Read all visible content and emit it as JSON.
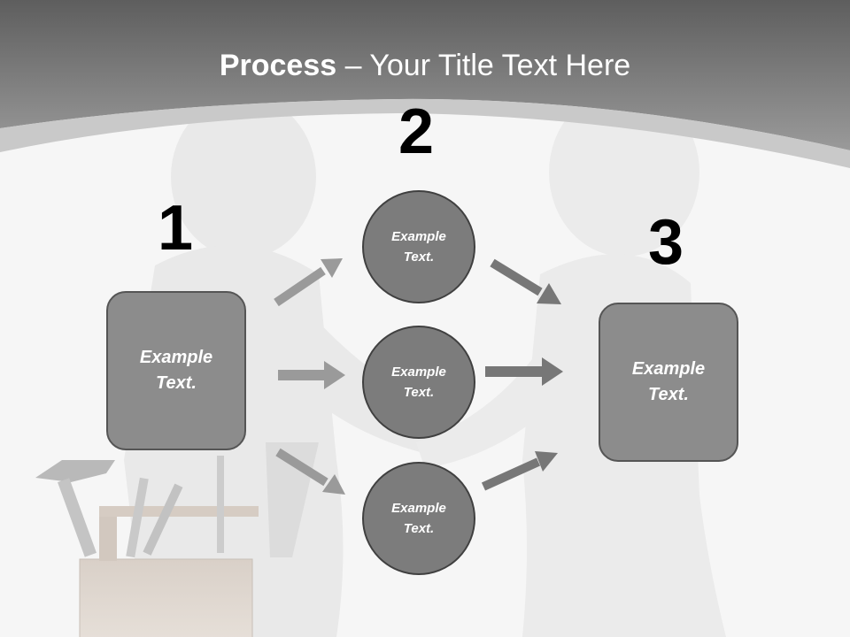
{
  "title": {
    "bold": "Process",
    "rest": " – Your Title Text Here"
  },
  "steps": [
    {
      "number": "1",
      "text": "Example Text."
    },
    {
      "number": "2",
      "items": [
        "Example Text.",
        "Example Text.",
        "Example Text."
      ]
    },
    {
      "number": "3",
      "text": "Example Text."
    }
  ],
  "colors": {
    "header": "#7a7a7a",
    "box": "#8c8c8c",
    "circle": "#7c7c7c",
    "arrow_left": "#9a9a9a",
    "arrow_right": "#7a7a7a"
  }
}
